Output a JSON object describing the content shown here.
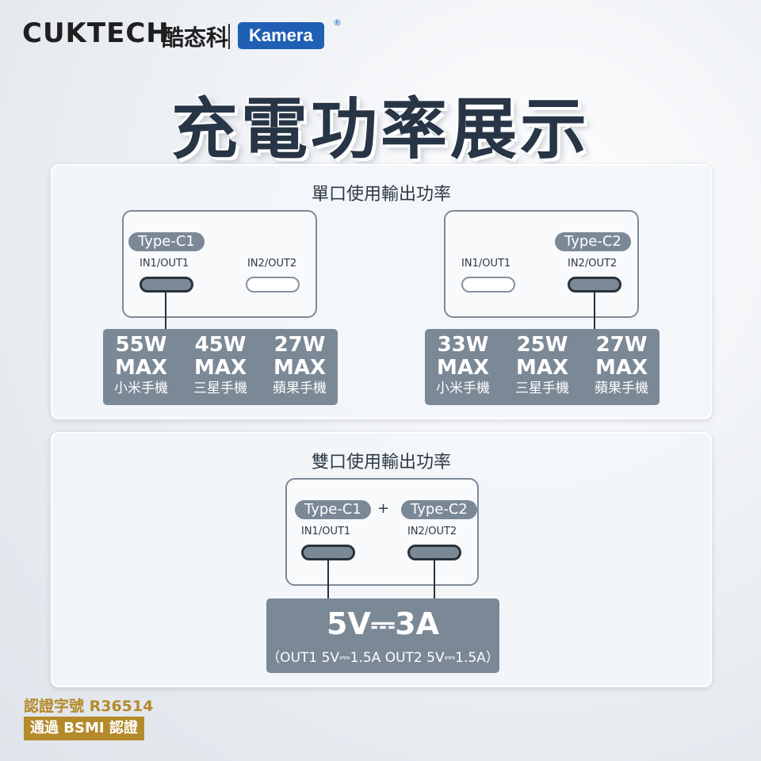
{
  "header": {
    "brand_en": "CUKTECH",
    "brand_cn": "酷态科",
    "partner": "Kamera",
    "partner_mark": "®"
  },
  "title": "充電功率展示",
  "single_port": {
    "title": "單口使用輸出功率",
    "left_device": {
      "tag": "Type-C1",
      "port1_label": "IN1/OUT1",
      "port2_label": "IN2/OUT2",
      "specs": [
        {
          "watt": "55W",
          "max": "MAX",
          "brand": "小米手機"
        },
        {
          "watt": "45W",
          "max": "MAX",
          "brand": "三星手機"
        },
        {
          "watt": "27W",
          "max": "MAX",
          "brand": "蘋果手機"
        }
      ]
    },
    "right_device": {
      "tag": "Type-C2",
      "port1_label": "IN1/OUT1",
      "port2_label": "IN2/OUT2",
      "specs": [
        {
          "watt": "33W",
          "max": "MAX",
          "brand": "小米手機"
        },
        {
          "watt": "25W",
          "max": "MAX",
          "brand": "三星手機"
        },
        {
          "watt": "27W",
          "max": "MAX",
          "brand": "蘋果手機"
        }
      ]
    }
  },
  "dual_port": {
    "title": "雙口使用輸出功率",
    "tag1": "Type-C1",
    "plus": "+",
    "tag2": "Type-C2",
    "port1_label": "IN1/OUT1",
    "port2_label": "IN2/OUT2",
    "output": "5V⎓3A",
    "detail": "（OUT1 5V⎓1.5A OUT2 5V⎓1.5A）"
  },
  "certification": {
    "line1": "認證字號 R36514",
    "line2": "通過 BSMI 認證"
  },
  "colors": {
    "accent_slate": "#7b8896",
    "title_dark": "#283546",
    "kamera_blue": "#1f5fb4",
    "cert_gold": "#b58a2a"
  }
}
